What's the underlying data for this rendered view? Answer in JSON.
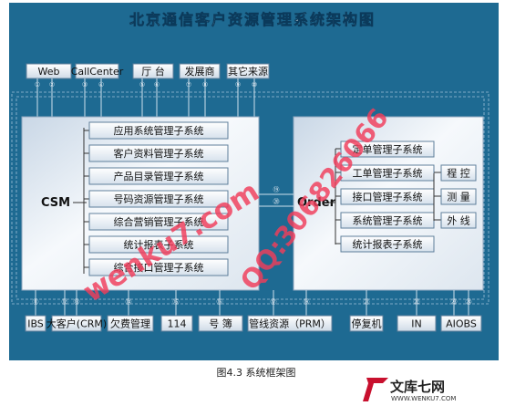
{
  "title": "北京通信客户资源管理系统架构图",
  "top_sources": [
    "Web",
    "CallCenter",
    "厅 台",
    "发展商",
    "其它来源"
  ],
  "top_connector_numbers": [
    "①",
    "②",
    "③",
    "④",
    "⑤",
    "⑥",
    "⑦",
    "⑧",
    "⑨",
    "⑩"
  ],
  "csm": {
    "label": "CSM",
    "subsystems": [
      "应用系统管理子系统",
      "客户资料管理子系统",
      "产品目录管理子系统",
      "号码资源管理子系统",
      "综合营销管理子系统",
      "统计报表子系统",
      "综合接口管理子系统"
    ]
  },
  "order": {
    "label": "Order",
    "subsystems": [
      "定单管理子系统",
      "工单管理子系统",
      "接口管理子系统",
      "系统管理子系统",
      "统计报表子系统"
    ],
    "side_boxes": [
      "程 控",
      "测 量",
      "外 线"
    ]
  },
  "middle_numbers": [
    "⑲",
    "⑳"
  ],
  "bottom_systems": [
    "IBS",
    "大客户(CRM)",
    "欠费管理",
    "114",
    "号 簿",
    "管线资源（PRM）",
    "停复机",
    "IN",
    "AIOBS"
  ],
  "bottom_connector_numbers": [
    "⑪",
    "⑫",
    "⑬",
    "⑭",
    "⑮",
    "⑯",
    "⑰",
    "⑱",
    "㉑",
    "㉒",
    "㉓",
    "㉔"
  ],
  "watermarks": [
    "wenku7.com",
    "QQ:306826066"
  ],
  "caption": "图4.3  系统框架图",
  "brand": {
    "name": "文库七网",
    "url": "WWW.WENKU7.COM"
  },
  "colors": {
    "background": "#1e6a92",
    "panel_light": "#eef3f8",
    "watermark": "#f13d5b"
  }
}
